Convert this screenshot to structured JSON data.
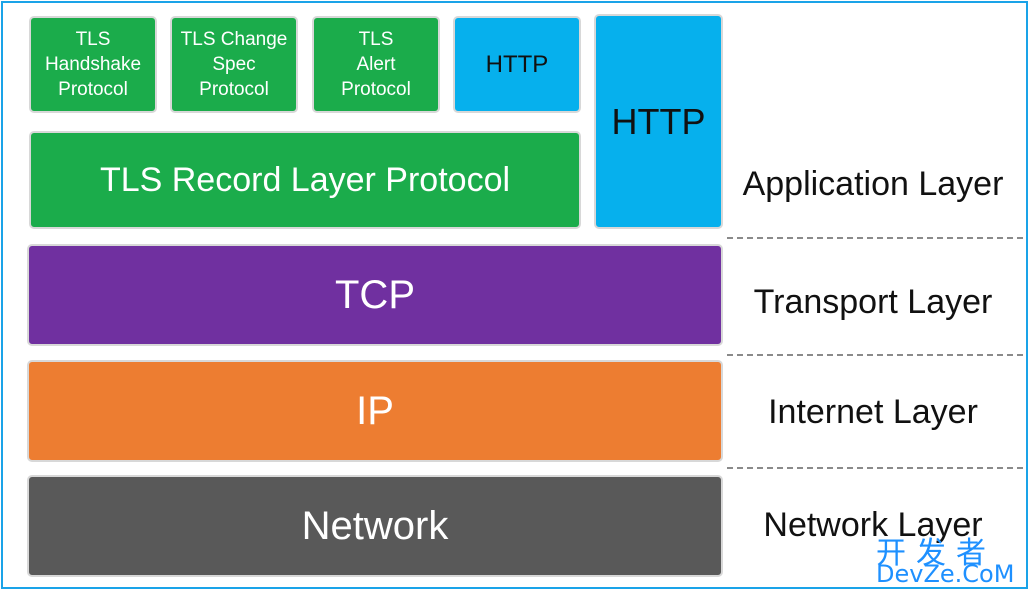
{
  "blocks": {
    "tls_handshake": "TLS\nHandshake\nProtocol",
    "tls_change_spec": "TLS Change\nSpec\nProtocol",
    "tls_alert": "TLS\nAlert\nProtocol",
    "http_small": "HTTP",
    "http_large": "HTTP",
    "tls_record": "TLS Record Layer Protocol",
    "tcp": "TCP",
    "ip": "IP",
    "network": "Network"
  },
  "layers": {
    "application": "Application Layer",
    "transport": "Transport Layer",
    "internet": "Internet Layer",
    "network": "Network Layer"
  },
  "watermark": {
    "line1": "开发者",
    "line2": "DevZe.CoM"
  },
  "colors": {
    "tls_green": "#1bac4b",
    "http_blue": "#06b0ed",
    "tcp_purple": "#7030a0",
    "ip_orange": "#ed7d31",
    "network_gray": "#595959",
    "frame_blue": "#1aa3e8"
  }
}
